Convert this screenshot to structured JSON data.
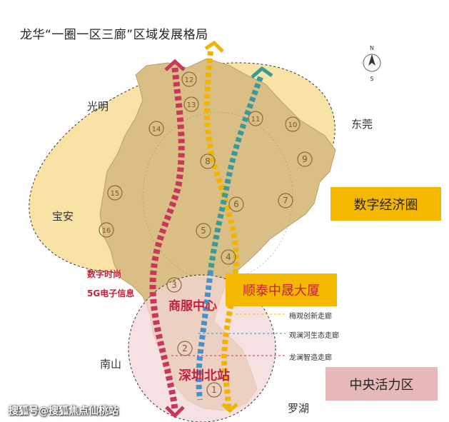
{
  "title": "龙华“一圈一区三廊”区域发展格局",
  "regions": {
    "guangming": "光明",
    "dongguan": "东莞",
    "baoan": "宝安",
    "nanshan": "南山",
    "luohu": "罗湖"
  },
  "zones": {
    "digital_economy_circle": "数字经济圈",
    "central_vitality_zone": "中央活力区"
  },
  "landmarks": {
    "shuntai": "顺泰中晟大厦",
    "business_center": "商服中心",
    "shenzhen_north": "深圳北站"
  },
  "industries": [
    "数字时尚",
    "5G电子信息"
  ],
  "corridors": [
    "梅观创新走廊",
    "观澜河生态走廊",
    "龙澜智造走廊"
  ],
  "district_numbers": [
    "1",
    "2",
    "3",
    "4",
    "5",
    "6",
    "7",
    "8",
    "9",
    "10",
    "11",
    "12",
    "13",
    "14",
    "15",
    "16"
  ],
  "compass": {
    "north": "N",
    "south": "S"
  },
  "watermark": "搜狐号@搜狐焦点仙桃站",
  "colors": {
    "circle_fill": "#f7dfa0",
    "central_fill": "#f3d9d9",
    "digital_box": "#f5b800",
    "central_box": "#e6b8b8",
    "shuntai_box": "#f5b800",
    "red_path": "#c8385a",
    "yellow_path": "#f0b400",
    "teal_path": "#3a9a9a",
    "blue_path": "#4a90c8"
  }
}
